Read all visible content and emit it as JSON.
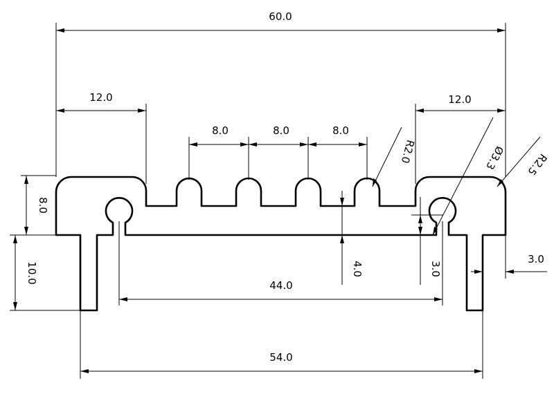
{
  "drawing": {
    "dimensions": {
      "overall_width": "60.0",
      "left_flange_width": "12.0",
      "right_flange_width": "12.0",
      "pitch_1": "8.0",
      "pitch_2": "8.0",
      "pitch_3": "8.0",
      "left_height": "8.0",
      "leg_height": "10.0",
      "slot_depth": "4.0",
      "base_thickness": "3.0",
      "leg_width": "3.0",
      "inner_span": "44.0",
      "leg_span": "54.0",
      "radius_slot": "R2.0",
      "hole_diameter": "Ø3.3",
      "radius_corner": "R2.5"
    }
  }
}
